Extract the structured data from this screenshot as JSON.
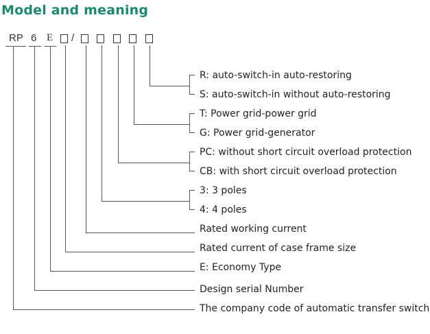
{
  "title": "Model and meaning",
  "model_code": {
    "prefix": "RP",
    "series": "6",
    "type_letter": "E",
    "separator": "/"
  },
  "meanings": {
    "r_auto_restoring": "R: auto-switch-in auto-restoring",
    "s_without_restoring": "S: auto-switch-in without auto-restoring",
    "t_grid_grid": "T: Power grid-power grid",
    "g_grid_generator": "G: Power grid-generator",
    "pc_without_protection": "PC: without short circuit overload protection",
    "cb_with_protection": "CB: with short circuit overload protection",
    "poles_3": "3: 3 poles",
    "poles_4": "4: 4 poles",
    "rated_working_current": "Rated working current",
    "rated_current_frame": "Rated current of case frame size",
    "economy_type": "E: Economy Type",
    "design_serial": "Design serial Number",
    "company_code": "The company code of automatic transfer switch"
  }
}
